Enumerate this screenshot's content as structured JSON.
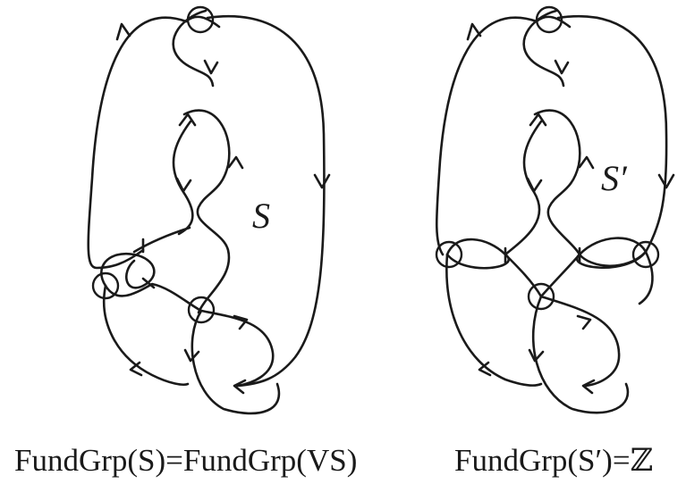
{
  "diagrams": [
    {
      "label": "S",
      "caption": "FundGrp(S)=FundGrp(VS)"
    },
    {
      "label": "S′",
      "caption": "FundGrp(S′)=ℤ"
    }
  ],
  "stroke_color": "#1a1a1a",
  "background": "#ffffff"
}
